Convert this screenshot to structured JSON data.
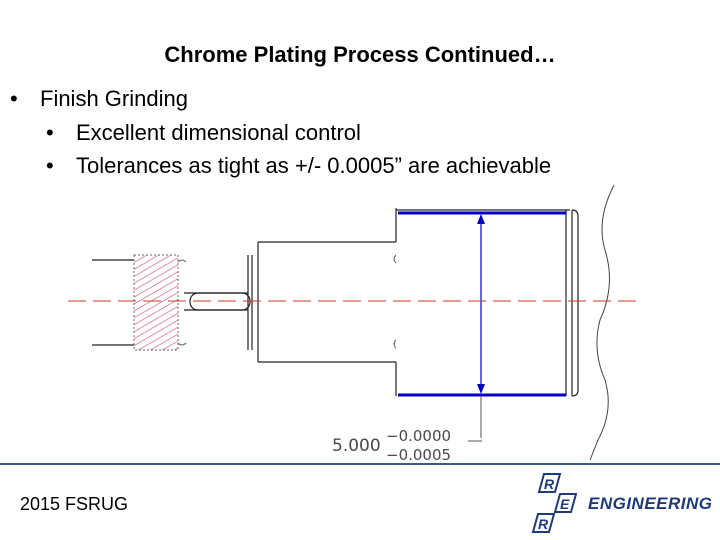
{
  "slide": {
    "title": "Chrome Plating Process Continued…",
    "bullets": [
      {
        "level": 1,
        "text": "Finish Grinding"
      },
      {
        "level": 2,
        "text": "Excellent dimensional control"
      },
      {
        "level": 2,
        "text": "Tolerances as tight as +/- 0.0005” are achievable"
      }
    ]
  },
  "drawing": {
    "nominal": "5.000",
    "upper_tolerance": "−0.0000",
    "lower_tolerance": "−0.0005",
    "centerline_color": "#c0392b",
    "dimension_color": "#0000c8"
  },
  "footer": {
    "text": "2015 FSRUG",
    "logo_letters": [
      "R",
      "E",
      "R"
    ],
    "logo_word": "ENGINEERING"
  },
  "colors": {
    "footer_rule": "#3a5a8c",
    "logo": "#1f3a78"
  }
}
